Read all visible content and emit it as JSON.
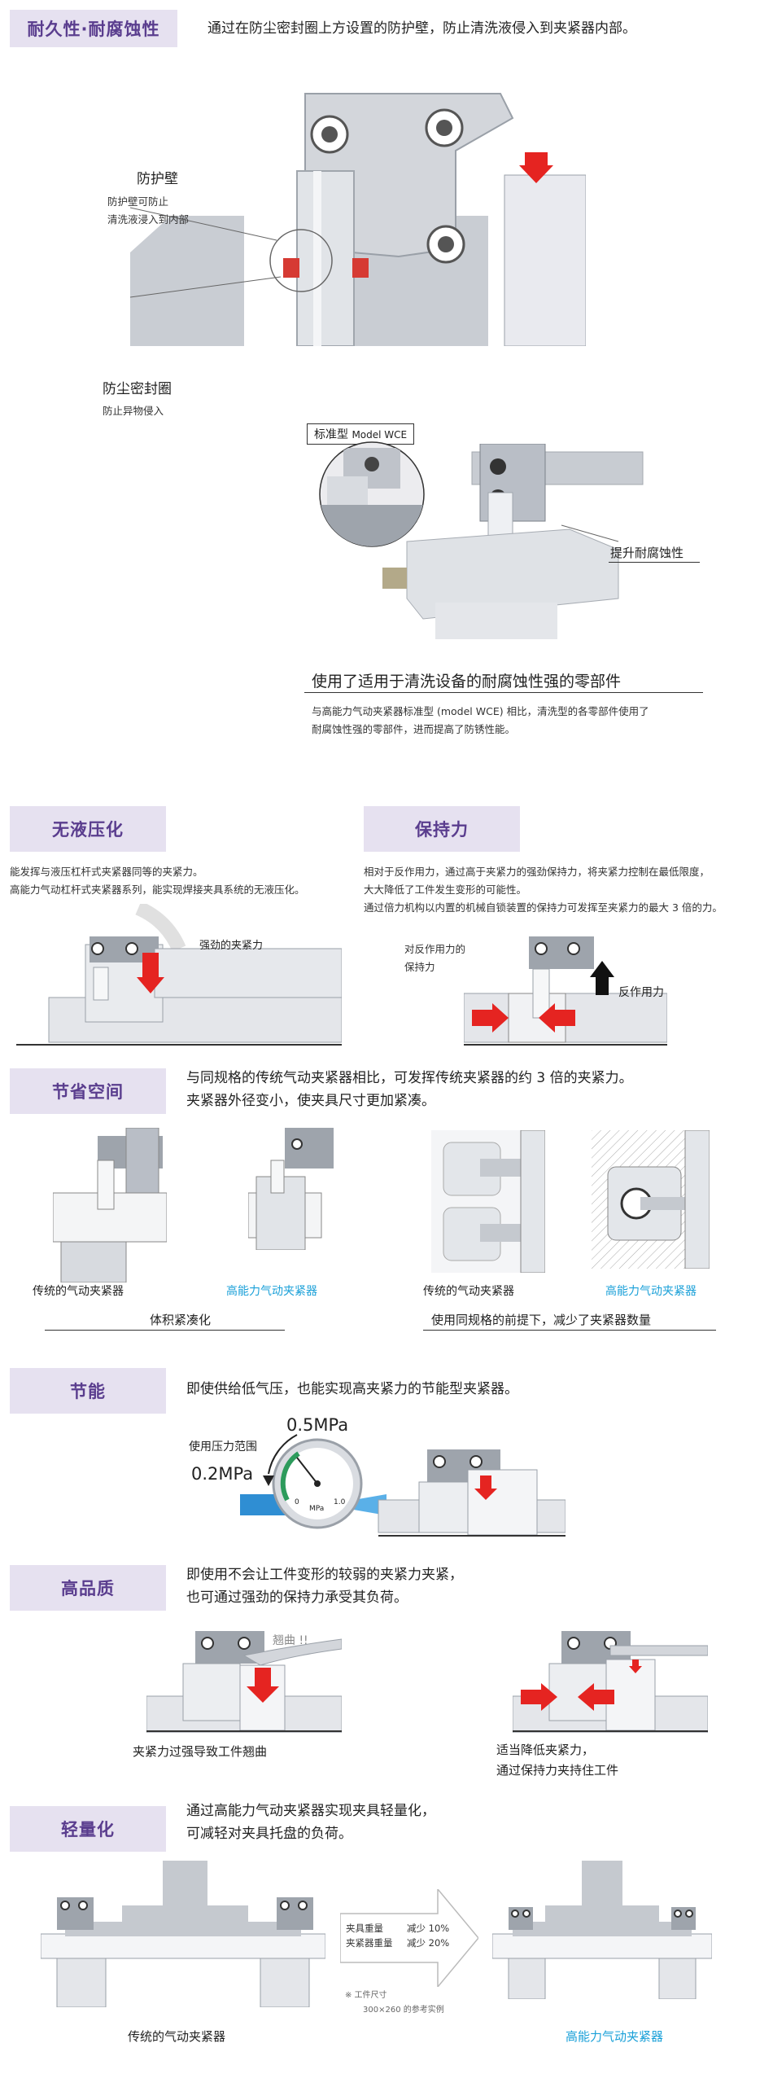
{
  "s1": {
    "tag": "耐久性·耐腐蚀性",
    "text": "通过在防尘密封圈上方设置的防护壁，防止清洗液侵入到夹紧器内部。",
    "wall_title": "防护壁",
    "wall_desc1": "防护壁可防止",
    "wall_desc2": "清洗液浸入到内部",
    "seal_title": "防尘密封圈",
    "seal_desc": "防止异物侵入",
    "std_model_label": "标准型",
    "std_model_suffix": "Model WCE",
    "corrosion_label": "提升耐腐蚀性",
    "parts_title": "使用了适用于清洗设备的耐腐蚀性强的零部件",
    "parts_desc1": "与高能力气动夹紧器标准型 (model WCE) 相比，清洗型的各零部件使用了",
    "parts_desc2": "耐腐蚀性强的零部件，进而提高了防锈性能。"
  },
  "s2": {
    "tag": "无液压化",
    "text1": "能发挥与液压杠杆式夹紧器同等的夹紧力。",
    "text2": "高能力气动杠杆式夹紧器系列，能实现焊接夹具系统的无液压化。",
    "force_label": "强劲的夹紧力"
  },
  "s3": {
    "tag": "保持力",
    "text1": "相对于反作用力，通过高于夹紧力的强劲保持力，将夹紧力控制在最低限度，",
    "text2": "大大降低了工件发生变形的可能性。",
    "text3": "通过倍力机构以内置的机械自锁装置的保持力可发挥至夹紧力的最大 3 倍的力。",
    "hold_label1": "对反作用力的",
    "hold_label2": "保持力",
    "react_label": "反作用力"
  },
  "s4": {
    "tag": "节省空间",
    "text1": "与同规格的传统气动夹紧器相比，可发挥传统夹紧器的约 3 倍的夹紧力。",
    "text2": "夹紧器外径变小，使夹具尺寸更加紧凑。",
    "conv_label": "传统的气动夹紧器",
    "high_label": "高能力气动夹紧器",
    "conv_label2": "传统的气动夹紧器",
    "high_label2": "高能力气动夹紧器",
    "caption_left": "体积紧凑化",
    "caption_right": "使用同规格的前提下，减少了夹紧器数量"
  },
  "s5": {
    "tag": "节能",
    "text": "即使供给低气压，也能实现高夹紧力的节能型夹紧器。",
    "range_label": "使用压力范围",
    "high_p": "0.5MPa",
    "low_p": "0.2MPa",
    "gauge_unit": "MPa",
    "gauge_min": "0",
    "gauge_max": "1.0"
  },
  "s6": {
    "tag": "高品质",
    "text1": "即使用不会让工件变形的较弱的夹紧力夹紧，",
    "text2": "也可通过强劲的保持力承受其负荷。",
    "bend_label": "翘曲 !!",
    "left_caption": "夹紧力过强导致工件翘曲",
    "right_caption1": "适当降低夹紧力，",
    "right_caption2": "通过保持力夹持住工件"
  },
  "s7": {
    "tag": "轻量化",
    "text1": "通过高能力气动夹紧器实现夹具轻量化，",
    "text2": "可减轻对夹具托盘的负荷。",
    "row1_label": "夹具重量",
    "row1_value": "减少 10%",
    "row2_label": "夹紧器重量",
    "row2_value": "减少 20%",
    "note1": "※ 工件尺寸",
    "note2": "300×260 的参考实例",
    "conv_label": "传统的气动夹紧器",
    "high_label": "高能力气动夹紧器"
  },
  "colors": {
    "tag_bg": "#e6e1f0",
    "tag_text": "#5a3d8e",
    "accent_red": "#e52421",
    "accent_blue": "#1aa0d8",
    "steel": "#c9cdd3"
  }
}
